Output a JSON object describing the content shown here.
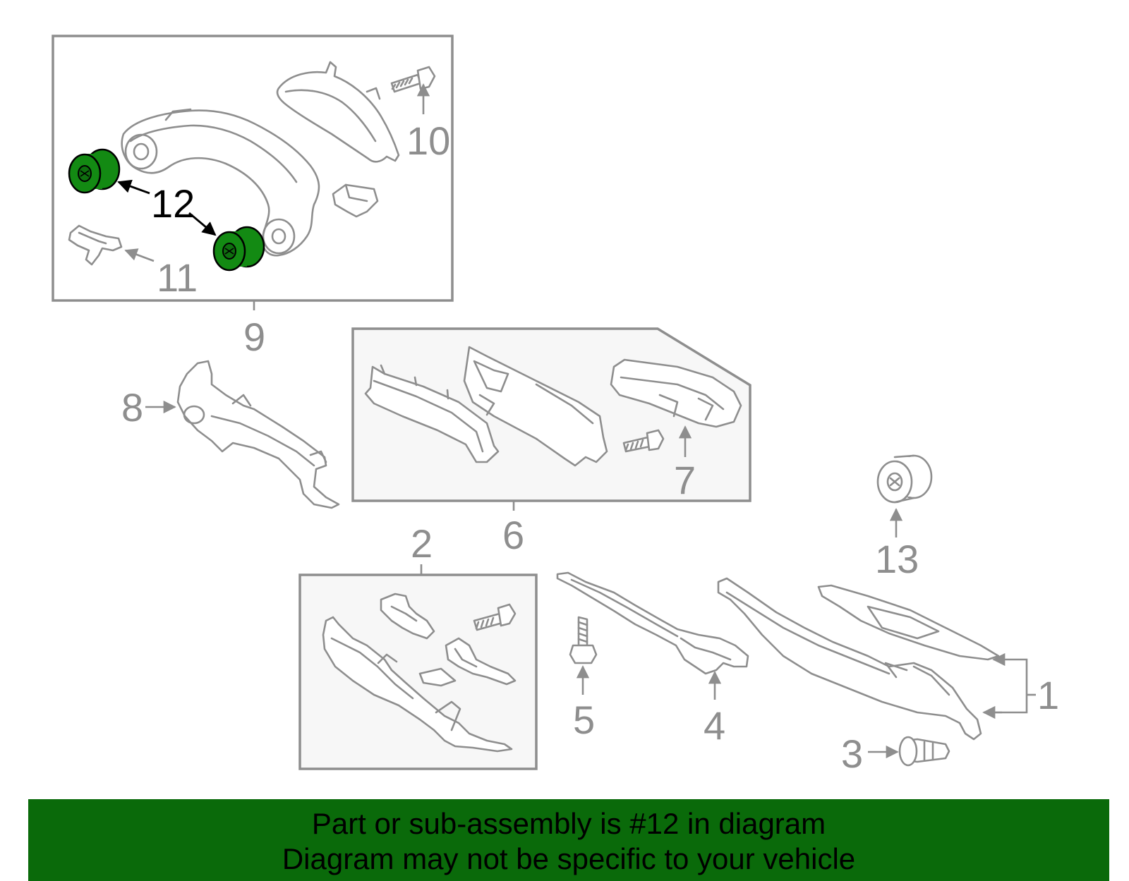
{
  "callouts": {
    "c1": "1",
    "c2": "2",
    "c3": "3",
    "c4": "4",
    "c5": "5",
    "c6": "6",
    "c7": "7",
    "c8": "8",
    "c9": "9",
    "c10": "10",
    "c11": "11",
    "c12": "12",
    "c13": "13"
  },
  "banner": {
    "line1": "Part or sub-assembly is #12 in diagram",
    "line2": "Diagram may not be specific to your vehicle"
  },
  "colors": {
    "highlight": "#138a13",
    "banner": "#0a6a0a",
    "line": "#8e8e8e"
  }
}
